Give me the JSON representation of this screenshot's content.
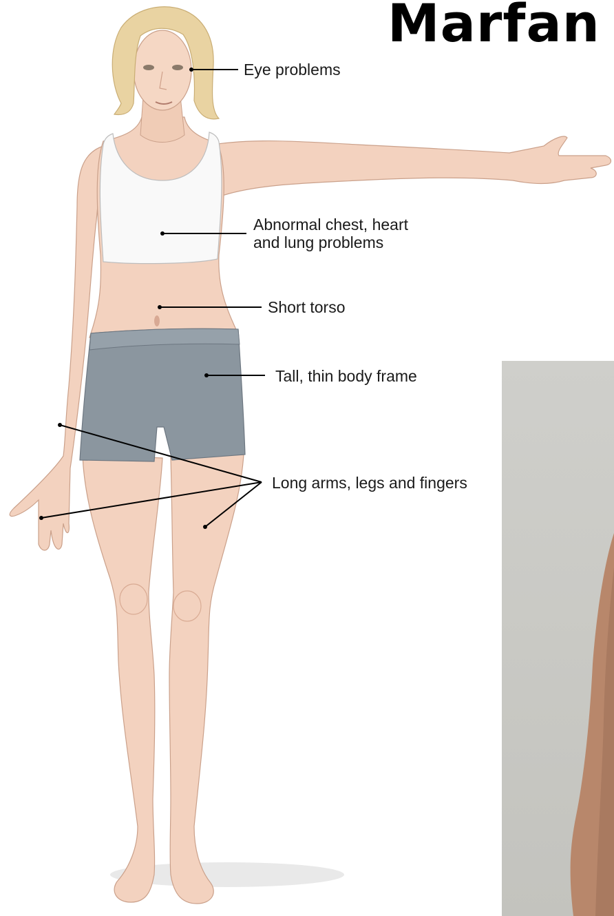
{
  "title": "Marfan",
  "labels": {
    "eye": "Eye problems",
    "chest_line1": "Abnormal chest, heart",
    "chest_line2": "and lung problems",
    "torso": "Short torso",
    "frame": "Tall, thin body frame",
    "limbs": "Long arms, legs and fingers"
  },
  "colors": {
    "skin": "#f3d2bf",
    "skin_shadow": "#e2b29c",
    "hair": "#e9d3a2",
    "bra": "#f9f9f9",
    "shorts": "#8b969f",
    "leader_line": "#000000",
    "photo_bg": "#cbcbc7",
    "photo_skin": "#b8876b"
  }
}
